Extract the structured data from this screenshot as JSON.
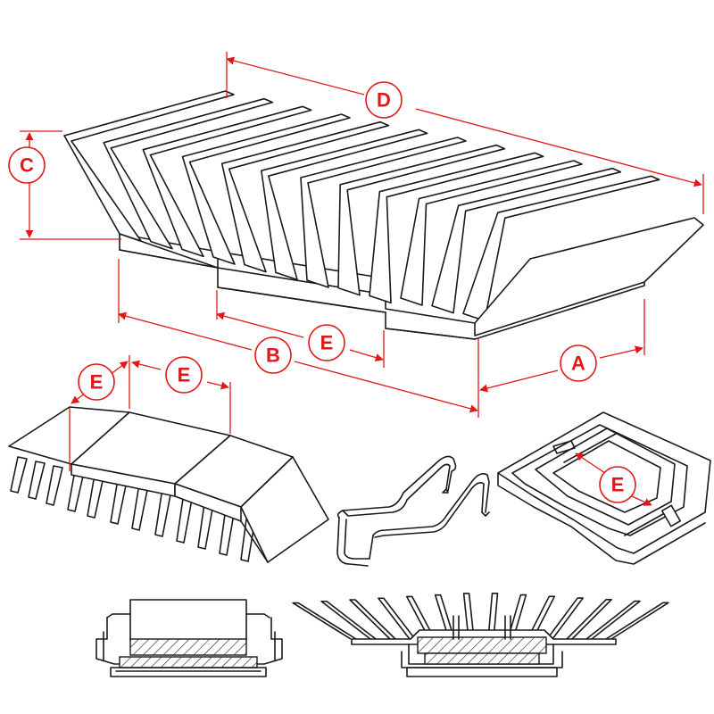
{
  "diagram": {
    "labels": {
      "A": "A",
      "B": "B",
      "C": "C",
      "D": "D",
      "E1": "E",
      "E2": "E",
      "E3": "E",
      "E4": "E"
    },
    "colors": {
      "dimension": "#e01818",
      "line": "#1a1a1a",
      "background": "#ffffff"
    }
  }
}
